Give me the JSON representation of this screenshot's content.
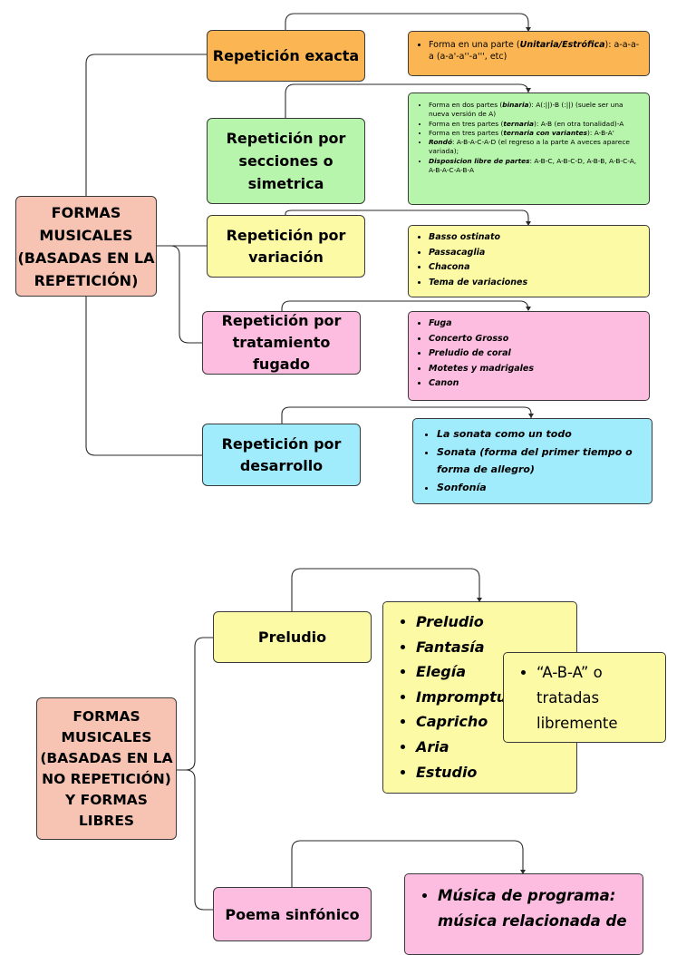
{
  "map1": {
    "root": [
      "FORMAS",
      "MUSICALES",
      "(BASADAS EN LA",
      "REPETICIÓN)"
    ],
    "branches": [
      {
        "title": [
          "Repetición exacta"
        ],
        "details": [
          {
            "before": "Forma en una parte (",
            "em": "Unitaria/Estrófica",
            "after": "): a-a-a-a (a-a'-a''-a''', etc)"
          }
        ]
      },
      {
        "title": [
          "Repetición por",
          "secciones o",
          "simetrica"
        ],
        "details": [
          {
            "before": "Forma en dos partes (",
            "em": "binaria",
            "after": "): A(:||)-B (:||) (suele ser una nueva versión de A)"
          },
          {
            "before": "Forma en tres partes (",
            "em": "ternaria",
            "after": "): A-B (en otra tonalidad)-A"
          },
          {
            "before": "Forma en tres partes (",
            "em": "ternaria con variantes",
            "after": "): A-B-A'"
          },
          {
            "before": "",
            "em": "Rondó",
            "after": ": A-B-A-C-A-D (el regreso a la parte A aveces aparece variada);"
          },
          {
            "before": "",
            "em": "Disposicion libre de partes",
            "after": ": A-B-C, A-B-C-D, A-B-B, A-B-C-A, A-B-A-C-A-B-A"
          }
        ]
      },
      {
        "title": [
          "Repetición por",
          "variación"
        ],
        "details": [
          "Basso ostinato",
          "Passacaglia",
          "Chacona",
          "Tema de variaciones"
        ]
      },
      {
        "title": [
          "Repetición por",
          "tratamiento fugado"
        ],
        "details": [
          "Fuga",
          "Concerto Grosso",
          "Preludio de coral",
          "Motetes y madrigales",
          "Canon"
        ]
      },
      {
        "title": [
          "Repetición por",
          "desarrollo"
        ],
        "details": [
          "La sonata como un todo",
          "Sonata (forma del primer tiempo o forma de allegro)",
          "Sonfonía"
        ]
      }
    ]
  },
  "map2": {
    "root": [
      "FORMAS",
      "MUSICALES",
      "(BASADAS EN LA",
      "NO REPETICIÓN)",
      "Y FORMAS LIBRES"
    ],
    "branches": [
      {
        "title": [
          "Preludio"
        ],
        "details": [
          "Preludio",
          "Fantasía",
          "Elegía",
          "Impromptu",
          "Capricho",
          "Aria",
          "Estudio"
        ],
        "note": "“A-B-A” o tratadas libremente"
      },
      {
        "title": [
          "Poema sinfónico"
        ],
        "details": [
          "Música de programa: música relacionada de"
        ]
      }
    ]
  },
  "colors": {
    "orange": "#fbb552",
    "green": "#b8f5ac",
    "yellow": "#fcfaa5",
    "pink": "#fcbde1",
    "cyan": "#a0ecfc",
    "salmon": "#f7c4b4",
    "line": "#2a2a2a"
  }
}
